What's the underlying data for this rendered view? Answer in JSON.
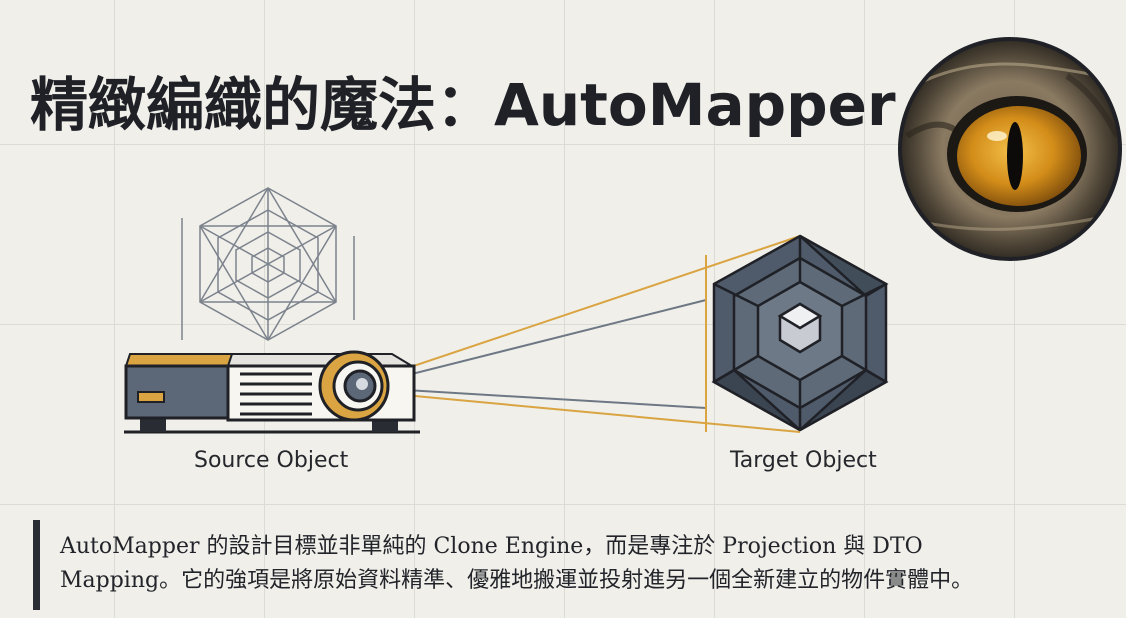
{
  "title": "精緻編織的魔法：AutoMapper",
  "diagram": {
    "source_label": "Source Object",
    "target_label": "Target Object"
  },
  "description": {
    "line1": "AutoMapper 的設計目標並非單純的 Clone Engine，而是專注於 Projection 與 DTO",
    "line2": "Mapping。它的強項是將原始資料精準、優雅地搬運並投射進另一個全新建立的物件實體中。"
  },
  "colors": {
    "accent_gold": "#d9a441",
    "slate": "#5c6877",
    "ink": "#1f2127",
    "background": "#f0efea"
  }
}
